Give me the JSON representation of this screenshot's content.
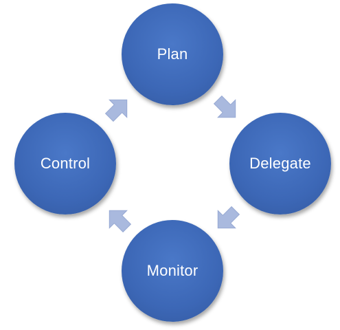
{
  "nodes": {
    "plan": {
      "label": "Plan"
    },
    "delegate": {
      "label": "Delegate"
    },
    "monitor": {
      "label": "Monitor"
    },
    "control": {
      "label": "Control"
    }
  },
  "colors": {
    "node_fill": "#3c67b6",
    "arrow_fill": "#a9b9de",
    "text": "#ffffff"
  },
  "edges": [
    {
      "from": "Plan",
      "to": "Delegate"
    },
    {
      "from": "Delegate",
      "to": "Monitor"
    },
    {
      "from": "Monitor",
      "to": "Control"
    },
    {
      "from": "Control",
      "to": "Plan"
    }
  ]
}
